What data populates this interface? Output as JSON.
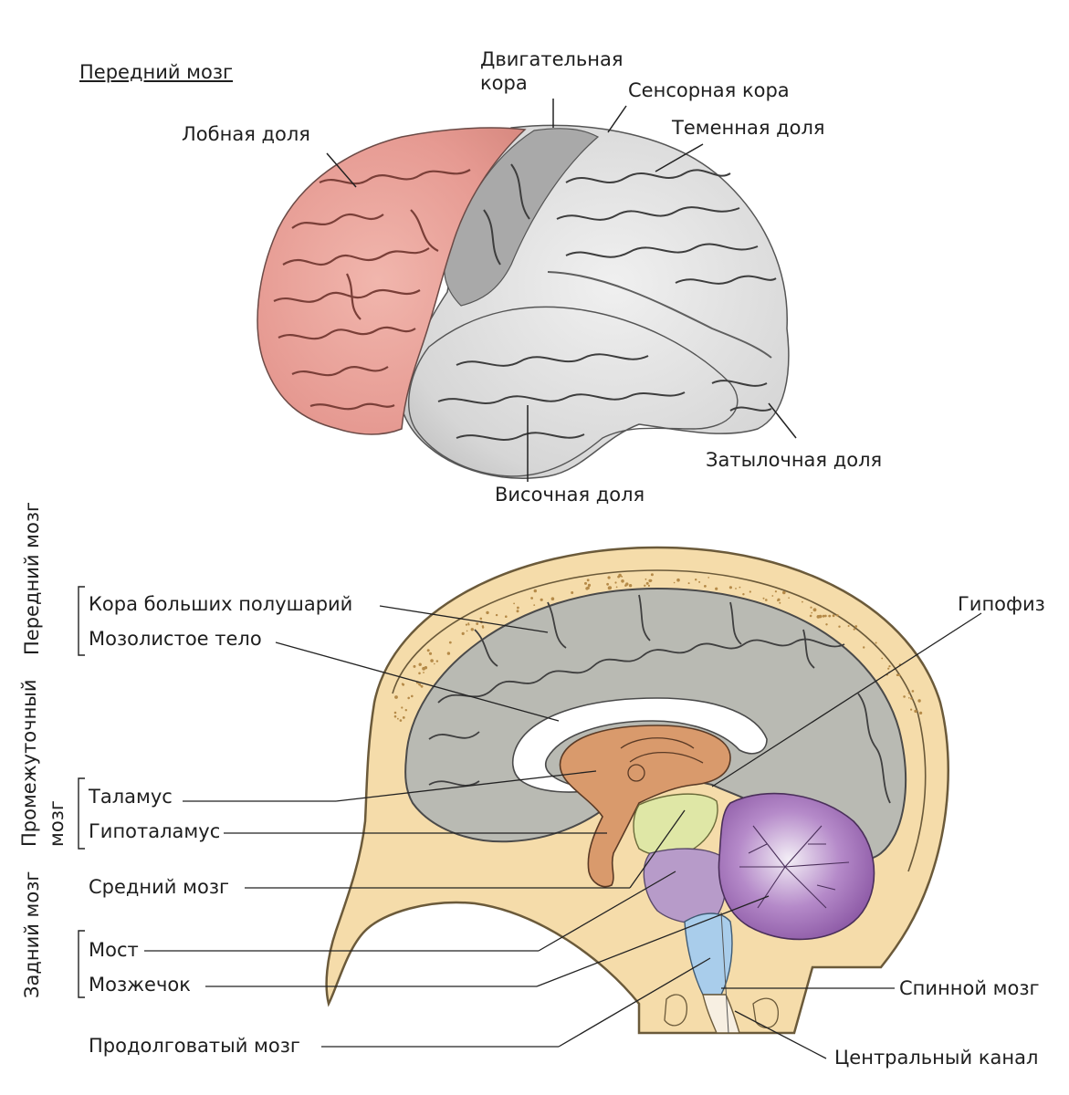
{
  "top_diagram": {
    "heading": "Передний мозг",
    "labels": {
      "motor_cortex": "Двигательная\nкора",
      "sensory_cortex": "Сенсорная кора",
      "parietal_lobe": "Теменная доля",
      "frontal_lobe": "Лобная доля",
      "occipital_lobe": "Затылочная доля",
      "temporal_lobe": "Височная доля"
    }
  },
  "bottom_diagram": {
    "groups": {
      "forebrain": "Передний\nмозг",
      "diencephalon_1": "Промежуточный",
      "diencephalon_2": "мозг",
      "hindbrain": "Задний\nмозг"
    },
    "labels": {
      "cortex": "Кора больших полушарий",
      "corpus_callosum": "Мозолистое тело",
      "thalamus": "Таламус",
      "hypothalamus": "Гипоталамус",
      "midbrain": "Средний мозг",
      "pons": "Мост",
      "cerebellum": "Мозжечок",
      "medulla": "Продолговатый мозг",
      "pituitary": "Гипофиз",
      "spinal_cord": "Спинной мозг",
      "central_canal": "Центральный канал"
    }
  },
  "colors": {
    "frontal": "#e69a92",
    "lateral_cortex": "#dcdcdc",
    "motor_strip": "#a9a9a9",
    "skull": "#f5dcaa",
    "sagittal_cortex": "#b9bab3",
    "thalamus": "#d99a6c",
    "hypothalamus": "#dfe7a6",
    "midbrain": "#b79bc9",
    "cerebellum": "#9b67b4",
    "medulla": "#a9cdeb"
  }
}
